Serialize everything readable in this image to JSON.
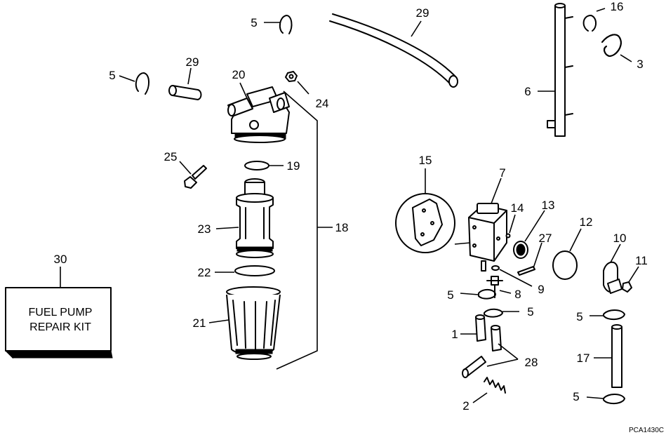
{
  "callouts": {
    "c1": "1",
    "c2": "2",
    "c3": "3",
    "c5a": "5",
    "c5b": "5",
    "c5c": "5",
    "c5d": "5",
    "c5e": "5",
    "c5f": "5",
    "c6": "6",
    "c7": "7",
    "c8": "8",
    "c9": "9",
    "c10": "10",
    "c11": "11",
    "c12": "12",
    "c13": "13",
    "c14": "14",
    "c15": "15",
    "c16": "16",
    "c17": "17",
    "c18": "18",
    "c19": "19",
    "c20": "20",
    "c21": "21",
    "c22": "22",
    "c23": "23",
    "c24": "24",
    "c25": "25",
    "c27": "27",
    "c28": "28",
    "c29a": "29",
    "c29b": "29",
    "c30": "30"
  },
  "kit": {
    "line1": "FUEL PUMP",
    "line2": "REPAIR KIT"
  },
  "figure_code": "PCA1430C"
}
